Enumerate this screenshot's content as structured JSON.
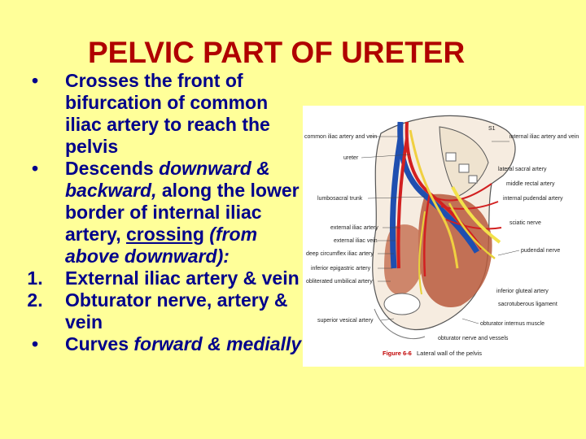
{
  "slide": {
    "title": "PELVIC PART OF URETER",
    "bullets": [
      {
        "marker": "•",
        "parts": [
          "Crosses the front of bifurcation of common iliac artery to reach the pelvis"
        ]
      },
      {
        "marker": "•",
        "parts": [
          "Descends ",
          "downward & backward,",
          " along the lower border of internal iliac artery, ",
          "crossing",
          " ",
          "(from above downward):"
        ]
      },
      {
        "marker": "1.",
        "parts": [
          "External iliac artery & vein"
        ]
      },
      {
        "marker": "2.",
        "parts": [
          "Obturator nerve, artery & vein"
        ]
      },
      {
        "marker": "•",
        "parts": [
          "Curves ",
          "forward & medially"
        ]
      }
    ]
  },
  "figure": {
    "labels_left": [
      "common iliac artery and vein",
      "ureter",
      "lumbosacral trunk",
      "external iliac artery",
      "external iliac vein",
      "deep circumflex iliac artery",
      "inferior epigastric artery",
      "obliterated umbilical artery",
      "superior vesical artery"
    ],
    "labels_right": [
      "S1",
      "internal iliac artery and vein",
      "lateral sacral artery",
      "middle rectal artery",
      "internal pudendal artery",
      "sciatic nerve",
      "pudendal nerve",
      "inferior gluteal artery",
      "sacrotuberous ligament",
      "obturator internus muscle",
      "obturator nerve and vessels"
    ],
    "caption_number": "Figure 6-6",
    "caption_text": "Lateral wall of the pelvis"
  }
}
